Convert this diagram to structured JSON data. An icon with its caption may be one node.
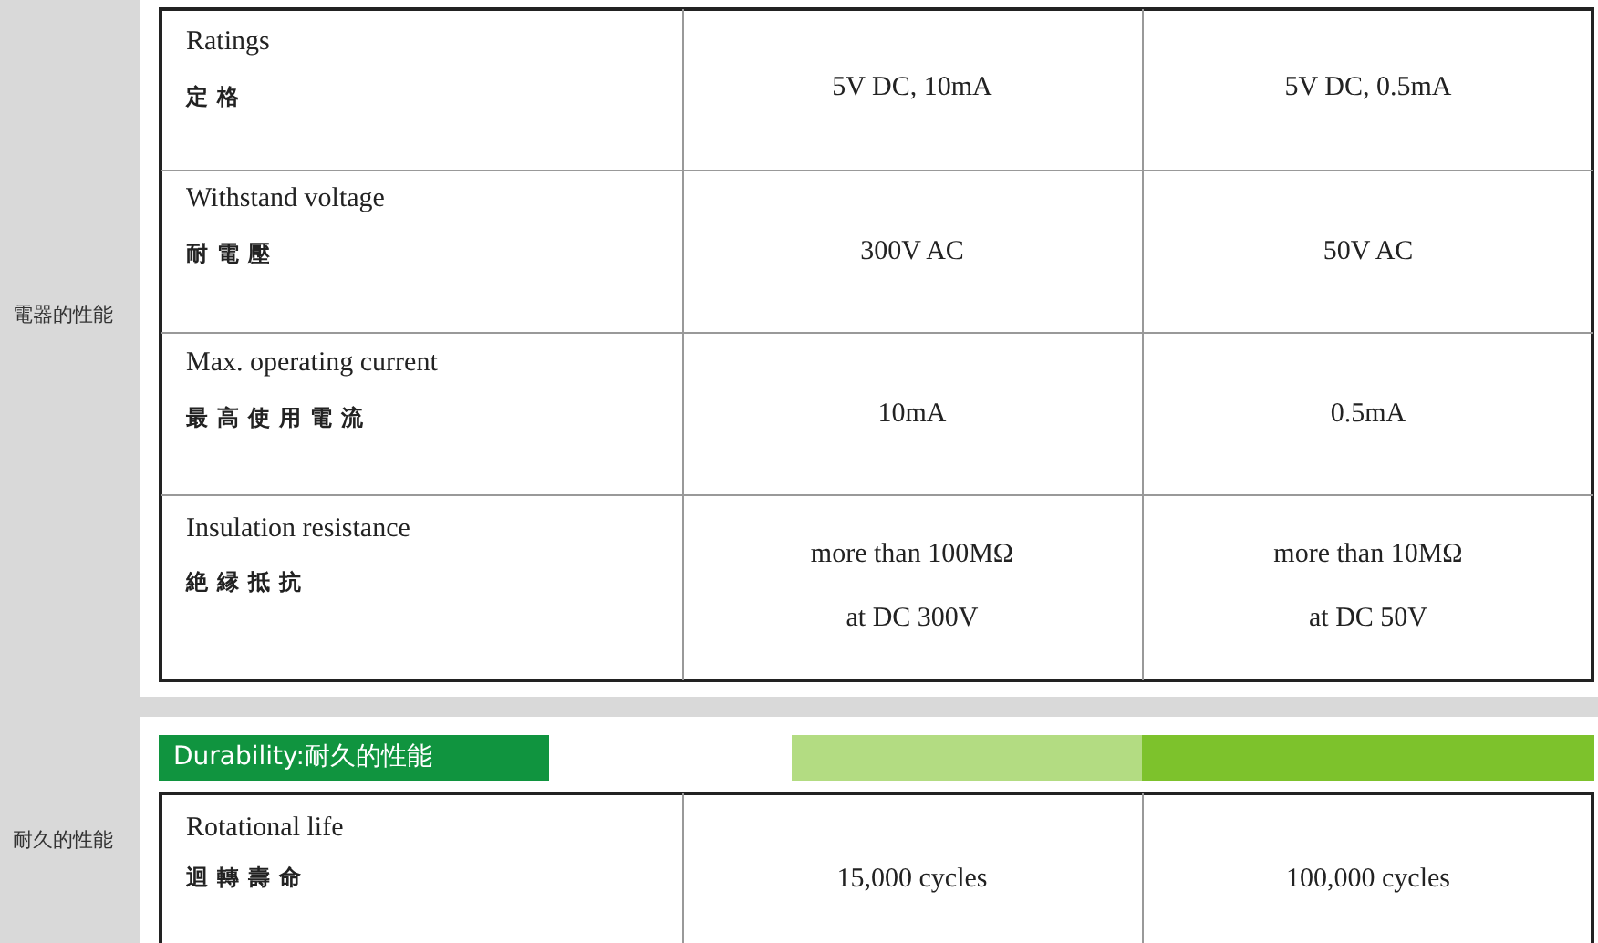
{
  "diagram": {
    "labels": [
      "電器的性能",
      "Ratings",
      "定格",
      "5V DC, 10mA",
      "5V DC, 0.5mA",
      "Withstand voltage",
      "耐電壓",
      "300V AC",
      "50V AC",
      "Max. operating current",
      "最高使用電流",
      "10mA",
      "0.5mA",
      "Insulation resistance",
      "絶縁抵抗",
      "more than 100MΩ",
      "at DC 300V",
      "more than 10MΩ",
      "at DC 50V",
      "耐久的性能",
      "Durability:耐久的性能",
      "Rotational life",
      "迴轉壽命",
      "15,000 cycles",
      "100,000 cycles"
    ]
  }
}
